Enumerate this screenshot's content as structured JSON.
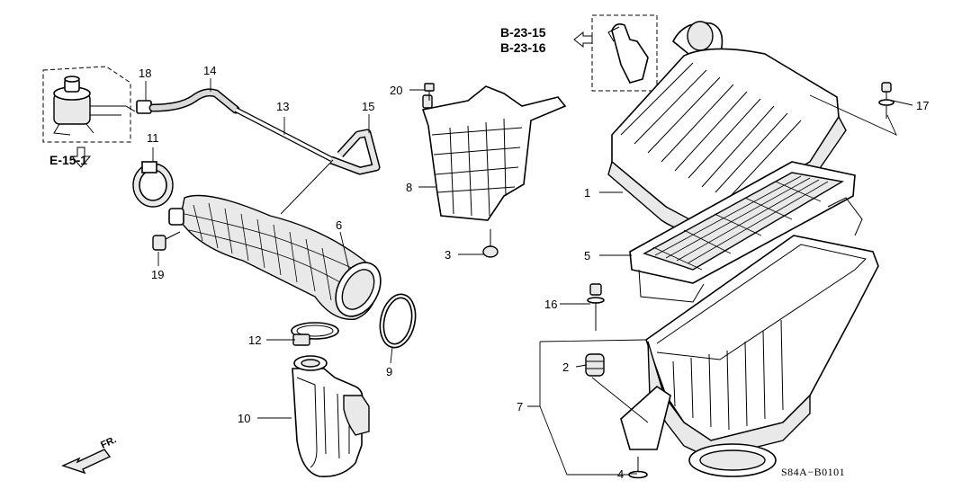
{
  "diagram_code": "S84A−B0101",
  "ref_codes": [
    "B-23-15",
    "B-23-16",
    "E-15-1"
  ],
  "direction_label": "FR.",
  "callouts": [
    "1",
    "2",
    "3",
    "4",
    "5",
    "6",
    "7",
    "8",
    "9",
    "10",
    "11",
    "12",
    "13",
    "14",
    "15",
    "16",
    "17",
    "18",
    "19",
    "20"
  ]
}
